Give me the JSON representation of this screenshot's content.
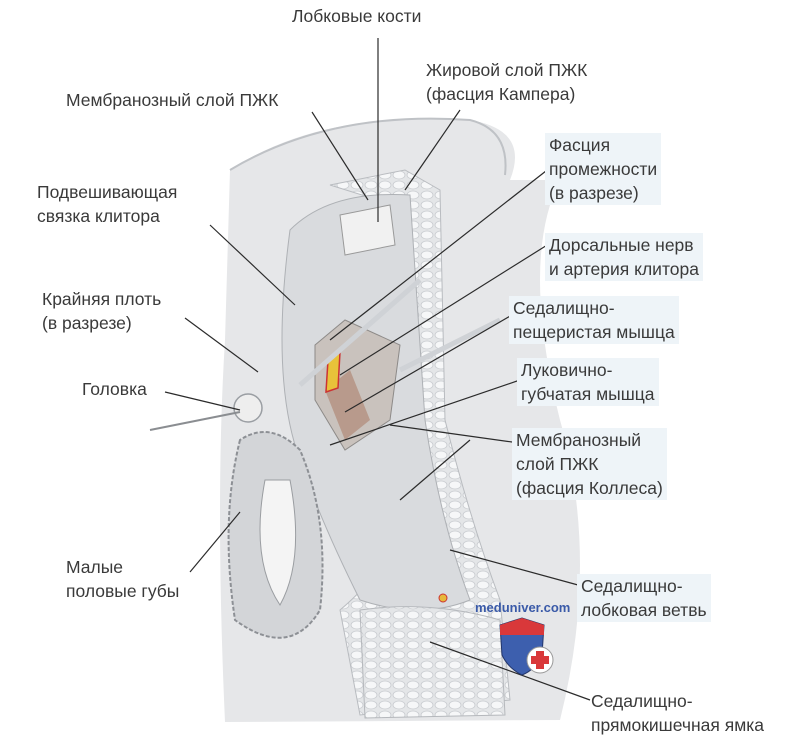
{
  "labels": {
    "pubic_bones": [
      "Лобковые кости"
    ],
    "membranous_layer_top": [
      "Мембранозный слой ПЖК"
    ],
    "fatty_layer": [
      "Жировой слой ПЖК",
      "(фасция Кампера)"
    ],
    "perineal_fascia": [
      "Фасция",
      "промежности",
      "(в разрезе)"
    ],
    "suspensory_ligament": [
      "Подвешивающая",
      "связка клитора"
    ],
    "dorsal_nerve_artery": [
      "Дорсальные нерв",
      "и артерия клитора"
    ],
    "prepuce": [
      "Крайняя плоть",
      "(в разрезе)"
    ],
    "ischiocavernosus": [
      "Седалищно-",
      "пещеристая мышца"
    ],
    "glans": [
      "Головка"
    ],
    "bulbospongiosus": [
      "Луковично-",
      "губчатая мышца"
    ],
    "colles_fascia": [
      "Мембранозный",
      "слой ПЖК",
      "(фасция Коллеса)"
    ],
    "labia_minora": [
      "Малые",
      "половые губы"
    ],
    "ischiopubic_ramus": [
      "Седалищно-",
      "лобковая ветвь"
    ],
    "ischiorectal_fossa": [
      "Седалищно-",
      "прямокишечная ямка"
    ]
  },
  "watermark": "meduniver.com",
  "colors": {
    "watermark_blue": "#3a5aa8",
    "shield_red": "#d9383a",
    "label_bg": "#eef4f8"
  }
}
